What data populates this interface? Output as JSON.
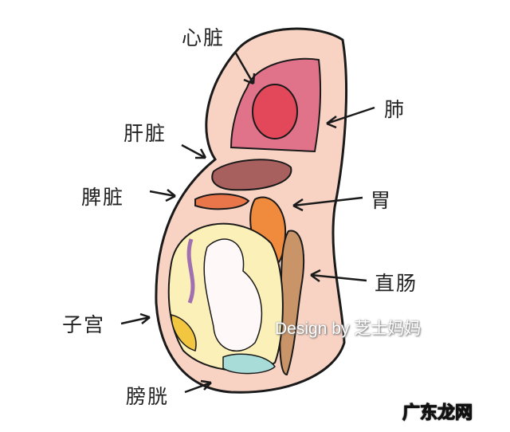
{
  "labels": {
    "heart": "心脏",
    "liver": "肝脏",
    "spleen": "脾脏",
    "uterus": "子宫",
    "bladder": "膀胱",
    "lung": "肺",
    "stomach": "胃",
    "rectum": "直肠"
  },
  "credit": "Design by 芝士妈妈",
  "watermark": "广东龙网",
  "colors": {
    "skin": "#f8d3c4",
    "lung": "#e0728a",
    "heart": "#e2485a",
    "liver": "#a8605e",
    "spleen": "#e8764a",
    "stomach": "#f08a3c",
    "rectum": "#c99467",
    "uterus": "#fbf0b8",
    "bladder": "#a8dcd8"
  }
}
